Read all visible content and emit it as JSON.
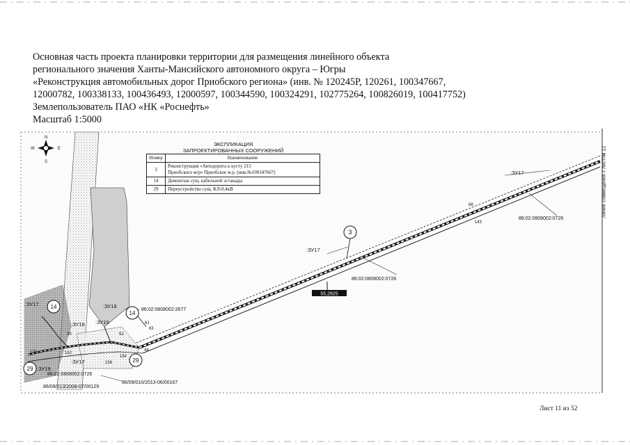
{
  "header": {
    "lines": [
      "Основная часть проекта планировки территории для размещения линейного объекта",
      "регионального значения Ханты-Мансийского автономного округа – Югры",
      "«Реконструкция автомобильных дорог Приобского региона» (инв. № 120245Р, 120261, 100347667,",
      "12000782, 100338133, 100436493, 12000597, 100344590, 100324291, 102775264, 100826019, 100417752)",
      "Землепользователь ПАО «НК «Роснефть»",
      "Масштаб 1:5000"
    ]
  },
  "compass": {
    "n": "N",
    "s": "S",
    "w": "W",
    "e": "E"
  },
  "explication": {
    "title_1": "ЭКСПЛИКАЦИЯ",
    "title_2": "ЗАПРОЕКТИРОВАННЫХ СООРУЖЕНИЙ",
    "col_num": "Номер",
    "col_name": "Наименование",
    "rows": [
      {
        "num": "3",
        "name_1": "Реконструкция «Автодорога к кусту 215",
        "name_2": "Приобского м/р» Приобское м.р. (инв.№100347667)"
      },
      {
        "num": "14",
        "name_1": "Демонтаж сущ. кабельной эстакады",
        "name_2": ""
      },
      {
        "num": "29",
        "name_1": "Переустройство сущ. КЛ-0,4кВ",
        "name_2": ""
      }
    ]
  },
  "map_labels": {
    "zu17_a": ":ЗУ17",
    "zu17_b": ":ЗУ17",
    "zu17_c": ":ЗУ17",
    "zu17_d": ":ЗУ17",
    "zu18_a": ":ЗУ18",
    "zu18_b": ":ЗУ18",
    "zu19_a": ":ЗУ19",
    "zu19_b": ":ЗУ19",
    "cad_a": "86:02:0808002:0726",
    "cad_b": "86:02:0808002:0726",
    "cad_c": "86:02:0808002:0726",
    "cad_d": "86:02:0808002:2677",
    "cad_e": "86/09/010/2013-06/00167",
    "cad_f": "86/09/013/2008-07/00129",
    "benchmark": "55,2825",
    "n68": "68",
    "n143": "143",
    "n30": "30",
    "n52": "52",
    "n44": "44",
    "n162": "162",
    "n158": "158",
    "n154": "154",
    "n170": "170",
    "n61": "61",
    "n63": "63",
    "c3": "3",
    "c14a": "14",
    "c14b": "14",
    "c29a": "29",
    "c29b": "29"
  },
  "side_note": "Линия совмещения с листом 12",
  "sheet": "Лист 11 из 52"
}
